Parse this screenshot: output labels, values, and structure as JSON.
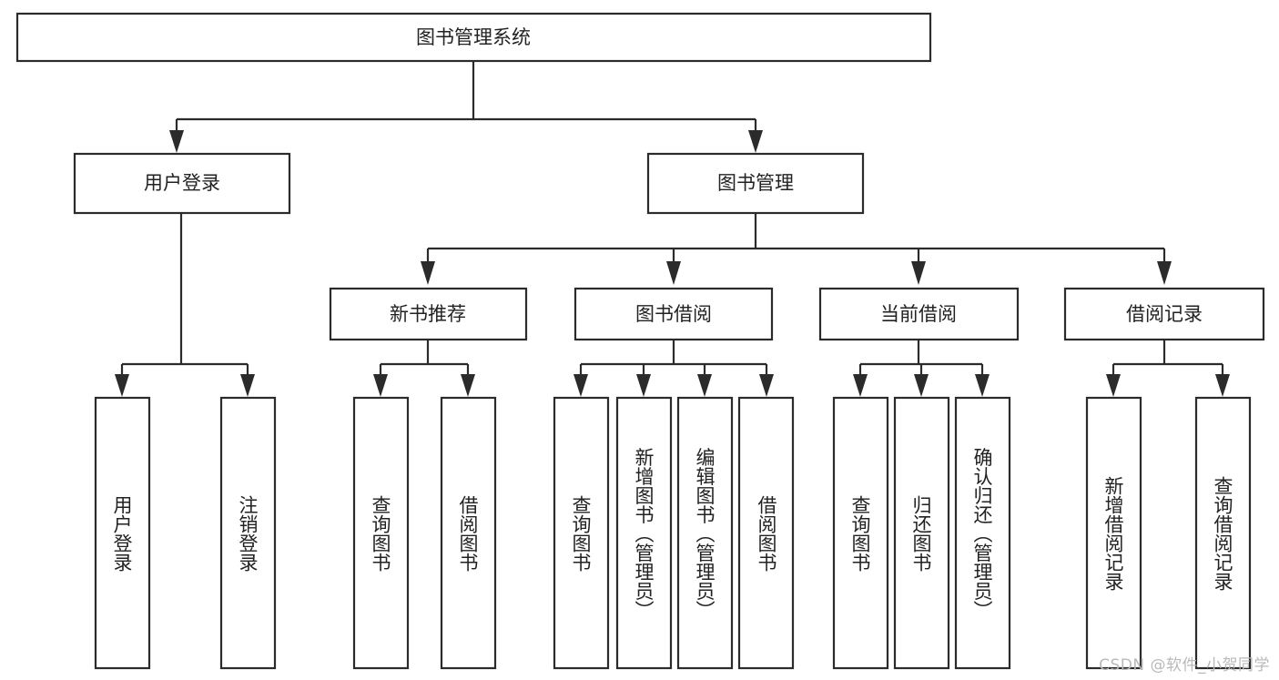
{
  "diagram": {
    "type": "tree-hierarchy-flowchart",
    "title": "图书管理系统",
    "watermark": "CSDN @软件_小贺同学",
    "colors": {
      "background": "#ffffff",
      "stroke": "#2b2b2b",
      "fill": "#ffffff",
      "text": "#222222",
      "watermark": "#b9b9b9"
    },
    "nodes": {
      "root": {
        "label": "图书管理系统"
      },
      "level2": [
        {
          "id": "user-login",
          "label": "用户登录"
        },
        {
          "id": "book-manage",
          "label": "图书管理"
        }
      ],
      "level3": [
        {
          "id": "new-book-recommend",
          "label": "新书推荐"
        },
        {
          "id": "book-borrow",
          "label": "图书借阅"
        },
        {
          "id": "current-borrow",
          "label": "当前借阅"
        },
        {
          "id": "borrow-record",
          "label": "借阅记录"
        }
      ],
      "leaves": {
        "user-login": [
          {
            "id": "leaf-user-login",
            "label": "用户登录"
          },
          {
            "id": "leaf-user-logout",
            "label": "注销登录"
          }
        ],
        "new-book-recommend": [
          {
            "id": "leaf-query-book-1",
            "label": "查询图书"
          },
          {
            "id": "leaf-borrow-book-1",
            "label": "借阅图书"
          }
        ],
        "book-borrow": [
          {
            "id": "leaf-query-book-2",
            "label": "查询图书"
          },
          {
            "id": "leaf-add-book",
            "label": "新增图书（管理员）"
          },
          {
            "id": "leaf-edit-book",
            "label": "编辑图书（管理员）"
          },
          {
            "id": "leaf-borrow-book-2",
            "label": "借阅图书"
          }
        ],
        "current-borrow": [
          {
            "id": "leaf-query-book-3",
            "label": "查询图书"
          },
          {
            "id": "leaf-return-book",
            "label": "归还图书"
          },
          {
            "id": "leaf-confirm-return",
            "label": "确认归还（管理员）"
          }
        ],
        "borrow-record": [
          {
            "id": "leaf-add-record",
            "label": "新增借阅记录"
          },
          {
            "id": "leaf-query-record",
            "label": "查询借阅记录"
          }
        ]
      }
    }
  }
}
